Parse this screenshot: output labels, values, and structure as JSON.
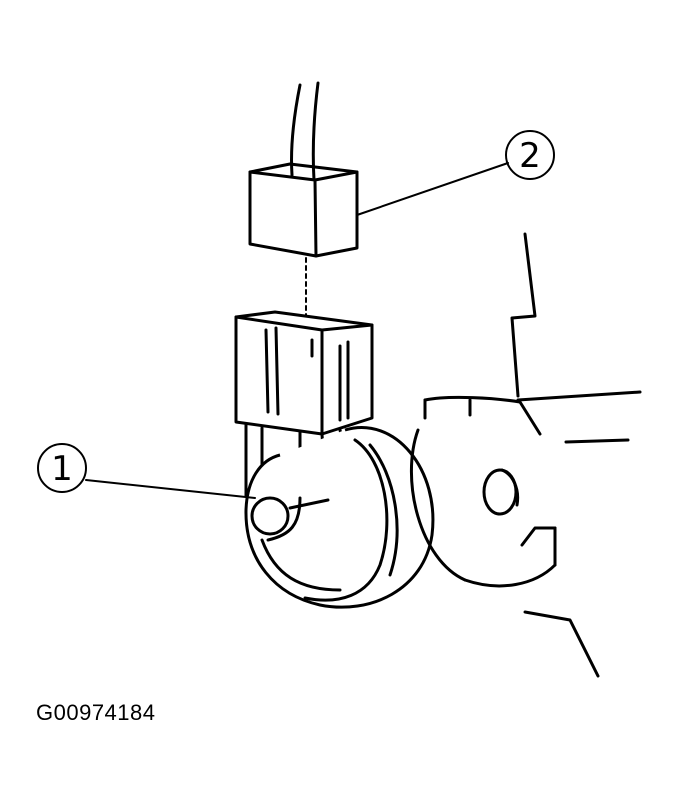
{
  "callouts": [
    {
      "id": "1",
      "label": "1"
    },
    {
      "id": "2",
      "label": "2"
    }
  ],
  "figure_id": "G00974184"
}
